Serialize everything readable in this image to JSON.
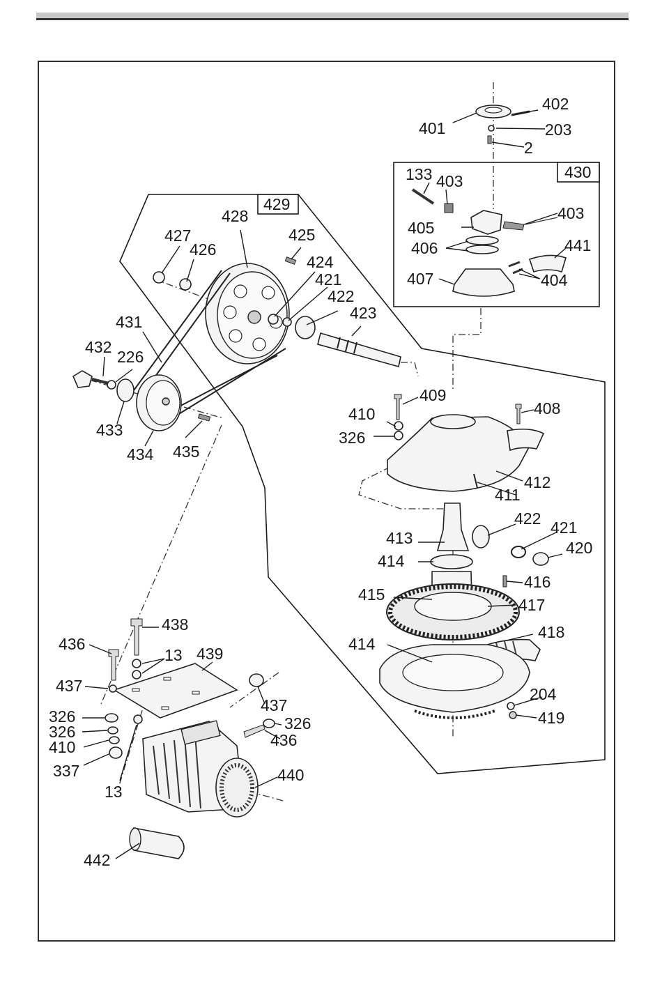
{
  "labels": {
    "l401": "401",
    "l402": "402",
    "l203": "203",
    "l2": "2",
    "l430": "430",
    "l133": "133",
    "l403a": "403",
    "l403b": "403",
    "l405": "405",
    "l406": "406",
    "l441": "441",
    "l407": "407",
    "l404": "404",
    "l429": "429",
    "l428": "428",
    "l427": "427",
    "l426": "426",
    "l425": "425",
    "l424": "424",
    "l421a": "421",
    "l422a": "422",
    "l423": "423",
    "l431": "431",
    "l432": "432",
    "l226": "226",
    "l433": "433",
    "l434": "434",
    "l435": "435",
    "l409": "409",
    "l410a": "410",
    "l326a": "326",
    "l408": "408",
    "l412": "412",
    "l411": "411",
    "l422b": "422",
    "l421b": "421",
    "l420": "420",
    "l413": "413",
    "l414a": "414",
    "l416": "416",
    "l415": "415",
    "l417": "417",
    "l418": "418",
    "l414b": "414",
    "l204": "204",
    "l419": "419",
    "l438": "438",
    "l436a": "436",
    "l13a": "13",
    "l439": "439",
    "l437a": "437",
    "l437b": "437",
    "l326b": "326",
    "l326c": "326",
    "l326d": "326",
    "l410b": "410",
    "l337": "337",
    "l436b": "436",
    "l13b": "13",
    "l440": "440",
    "l442": "442"
  },
  "colors": {
    "line": "#1a1a1a",
    "header_rule": "#333333",
    "header_rule_light": "#c8c8c8",
    "part_fill": "#f4f4f4"
  }
}
